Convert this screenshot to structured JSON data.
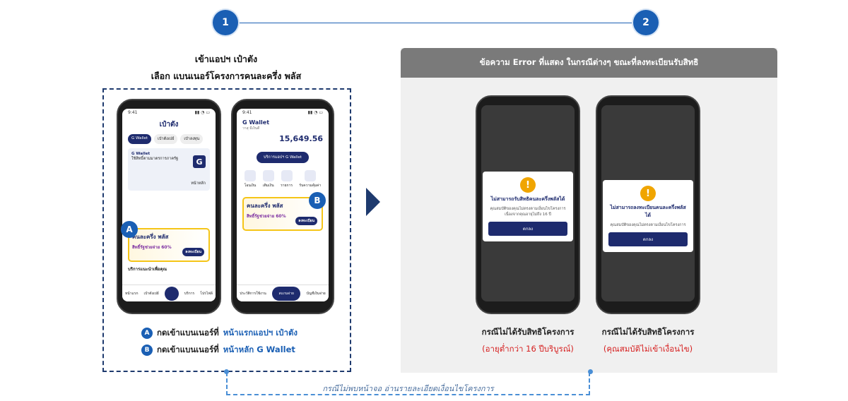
{
  "steps": {
    "one": "1",
    "two": "2"
  },
  "left": {
    "title_line1": "เข้าแอปฯ เป๋าตัง",
    "title_line2": "เลือก แบนเนอร์โครงการคนละครึ่ง พลัส",
    "badge_a": "A",
    "badge_b": "B",
    "note_a_prefix": "กดเข้าแบนเนอร์ที่",
    "note_a_highlight": "หน้าแรกแอปฯ เป๋าตัง",
    "note_b_prefix": "กดเข้าแบนเนอร์ที่",
    "note_b_highlight": "หน้าหลัก G Wallet"
  },
  "phone1": {
    "time": "9:41",
    "app_title": "เป๋าตัง",
    "tabs": [
      "G Wallet",
      "เป๋าตังเปย์",
      "เป๋าลงทุน"
    ],
    "gwallet_title": "G Wallet",
    "gwallet_sub": "ใช้สิทธิ์ตามมาตรการภาครัฐ",
    "gwallet_link": "หน้าหลัก",
    "g_letter": "G",
    "banner_title": "คนละครึ่ง พลัส",
    "banner_sub": "สิทธิ์รัฐช่วยจ่าย 60%",
    "banner_btn": "ลงทะเบียน",
    "services": "บริการแนะนำเพื่อคุณ",
    "nav": [
      "หน้าแรก",
      "เป๋าตังเปย์",
      "",
      "บริการ",
      "โปรไฟล์"
    ]
  },
  "phone2": {
    "time": "9:41",
    "wallet_title": "G Wallet",
    "wallet_name": "วาสุ มีเงินดี",
    "balance": "15,649.56",
    "wallet_btn": "บริการแอปฯ G Wallet",
    "icons": [
      "โอนเงิน",
      "เติมเงิน",
      "รายการ",
      "รับความคุ้มค่า"
    ],
    "banner_title": "คนละครึ่ง พลัส",
    "banner_sub": "สิทธิ์รัฐช่วยจ่าย 60%",
    "banner_btn": "ลงทะเบียน",
    "nav": [
      "ประวัติการใช้งาน",
      "สแกนจ่าย",
      "บัญชีเงินจ่าย"
    ]
  },
  "right": {
    "header": "ข้อความ Error ที่แสดง ในกรณีต่างๆ ขณะที่ลงทะเบียนรับสิทธิ",
    "dialog1": {
      "icon": "!",
      "title": "ไม่สามารถรับสิทธิคนละครึ่งพลัสได้",
      "msg": "คุณสมบัติของคุณไม่ตรงตามเงื่อนไขโครงการ เนื่องจากคุณอายุไม่ถึง 16 ปี",
      "btn": "ตกลง"
    },
    "dialog2": {
      "icon": "!",
      "title": "ไม่สามารถลงทะเบียนคนละครึ่งพลัสได้",
      "msg": "คุณสมบัติของคุณไม่ตรงตามเงื่อนไขโครงการ",
      "btn": "ตกลง"
    },
    "caption1": "กรณีไม่ได้รับสิทธิโครงการ",
    "caption1_reason": "(อายุต่ำกว่า 16 ปีบริบูรณ์)",
    "caption2": "กรณีไม่ได้รับสิทธิโครงการ",
    "caption2_reason": "(คุณสมบัติไม่เข้าเงื่อนไข)"
  },
  "bottom_note": "กรณีไม่พบหน้าจอ อ่านรายละเอียดเงื่อนไขโครงการ"
}
